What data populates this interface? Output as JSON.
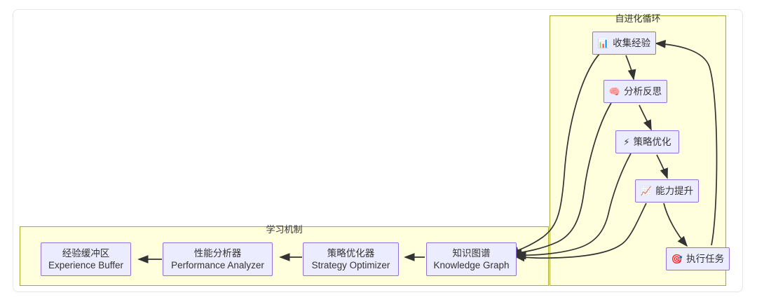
{
  "diagram": {
    "type": "flowchart",
    "direction": "right-to-left",
    "clusters": [
      {
        "id": "self-evolution-loop",
        "title": "自进化循环",
        "fill": "#ffffde",
        "stroke": "#aaaa33"
      },
      {
        "id": "learning-mechanism",
        "title": "学习机制",
        "fill": "#ffffde",
        "stroke": "#aaaa33"
      }
    ],
    "nodes": [
      {
        "id": "collect",
        "icon": "bar-chart-icon",
        "glyph": "📊",
        "label": "收集经验"
      },
      {
        "id": "analyze",
        "icon": "brain-icon",
        "glyph": "🧠",
        "label": "分析反思"
      },
      {
        "id": "optimize",
        "icon": "lightning-icon",
        "glyph": "⚡",
        "label": "策略优化"
      },
      {
        "id": "improve",
        "icon": "chart-up-icon",
        "glyph": "📈",
        "label": "能力提升"
      },
      {
        "id": "execute",
        "icon": "target-icon",
        "glyph": "🎯",
        "label": "执行任务"
      },
      {
        "id": "buffer",
        "label_cn": "经验缓冲区",
        "label_en": "Experience Buffer"
      },
      {
        "id": "analyzer",
        "label_cn": "性能分析器",
        "label_en": "Performance Analyzer"
      },
      {
        "id": "strategy",
        "label_cn": "策略优化器",
        "label_en": "Strategy Optimizer"
      },
      {
        "id": "knowledge",
        "label_cn": "知识图谱",
        "label_en": "Knowledge Graph"
      }
    ],
    "edges": [
      {
        "from": "collect",
        "to": "analyze"
      },
      {
        "from": "analyze",
        "to": "optimize"
      },
      {
        "from": "optimize",
        "to": "improve"
      },
      {
        "from": "improve",
        "to": "execute"
      },
      {
        "from": "execute",
        "to": "collect"
      },
      {
        "from": "collect",
        "to": "knowledge"
      },
      {
        "from": "analyze",
        "to": "knowledge"
      },
      {
        "from": "optimize",
        "to": "knowledge"
      },
      {
        "from": "improve",
        "to": "knowledge"
      },
      {
        "from": "knowledge",
        "to": "strategy"
      },
      {
        "from": "strategy",
        "to": "analyzer"
      },
      {
        "from": "analyzer",
        "to": "buffer"
      }
    ],
    "colors": {
      "node_fill": "#ececff",
      "node_stroke": "#9370db",
      "cluster_fill": "#ffffde",
      "cluster_stroke": "#aaaa33",
      "edge_stroke": "#333333",
      "text": "#333333",
      "page_background": "#ffffff",
      "card_border": "#e6e6e6"
    }
  }
}
